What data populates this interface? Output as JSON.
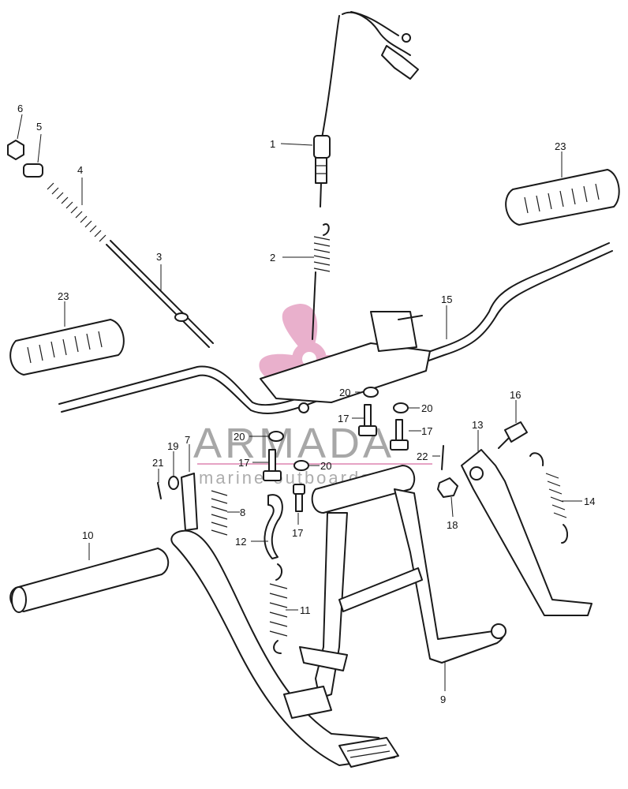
{
  "watermark": {
    "brand": "ARMADA",
    "tagline": "marine outboards",
    "color": "#e6a3c4"
  },
  "callouts": [
    {
      "id": "1",
      "label": "1"
    },
    {
      "id": "2",
      "label": "2"
    },
    {
      "id": "3",
      "label": "3"
    },
    {
      "id": "4",
      "label": "4"
    },
    {
      "id": "5",
      "label": "5"
    },
    {
      "id": "6",
      "label": "6"
    },
    {
      "id": "7",
      "label": "7"
    },
    {
      "id": "8",
      "label": "8"
    },
    {
      "id": "9",
      "label": "9"
    },
    {
      "id": "10",
      "label": "10"
    },
    {
      "id": "11",
      "label": "11"
    },
    {
      "id": "12",
      "label": "12"
    },
    {
      "id": "13",
      "label": "13"
    },
    {
      "id": "14",
      "label": "14"
    },
    {
      "id": "15",
      "label": "15"
    },
    {
      "id": "16",
      "label": "16"
    },
    {
      "id": "17a",
      "label": "17"
    },
    {
      "id": "17b",
      "label": "17"
    },
    {
      "id": "17c",
      "label": "17"
    },
    {
      "id": "17d",
      "label": "17"
    },
    {
      "id": "18",
      "label": "18"
    },
    {
      "id": "19",
      "label": "19"
    },
    {
      "id": "20a",
      "label": "20"
    },
    {
      "id": "20b",
      "label": "20"
    },
    {
      "id": "20c",
      "label": "20"
    },
    {
      "id": "20d",
      "label": "20"
    },
    {
      "id": "21",
      "label": "21"
    },
    {
      "id": "22",
      "label": "22"
    },
    {
      "id": "23a",
      "label": "23"
    },
    {
      "id": "23b",
      "label": "23"
    }
  ]
}
